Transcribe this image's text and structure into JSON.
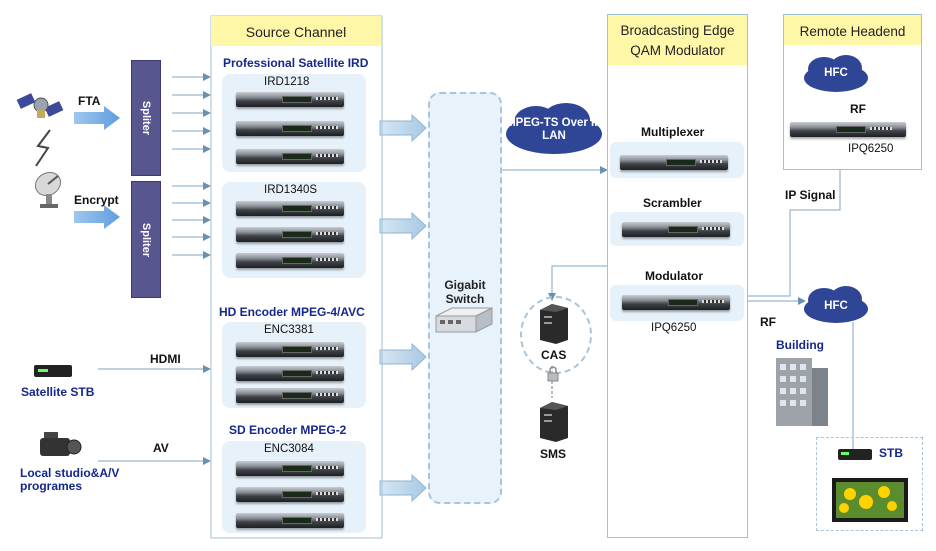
{
  "source_channel": {
    "title": "Source Channel",
    "groups": [
      {
        "heading": "Professional Satellite IRD",
        "model": "IRD1218"
      },
      {
        "heading": "",
        "model": "IRD1340S"
      },
      {
        "heading": "HD Encoder MPEG-4/AVC",
        "model": "ENC3381"
      },
      {
        "heading": "SD Encoder MPEG-2",
        "model": "ENC3084"
      }
    ]
  },
  "inputs": {
    "fta": "FTA",
    "encrypt": "Encrypt",
    "splitter_label": "Spliter",
    "hdmi": "HDMI",
    "satellite_stb": "Satellite STB",
    "av": "AV",
    "local_studio": "Local studio&A/V programes"
  },
  "switch": {
    "label": "Gigabit Switch"
  },
  "lan_cloud": {
    "label": "MPEG-TS Over IP LAN"
  },
  "cas": {
    "label": "CAS"
  },
  "sms": {
    "label": "SMS"
  },
  "broadcasting_edge": {
    "title": "Broadcasting Edge QAM Modulator",
    "multiplexer": "Multiplexer",
    "scrambler": "Scrambler",
    "modulator": "Modulator",
    "model": "IPQ6250"
  },
  "remote_headend": {
    "title": "Remote Headend",
    "hfc": "HFC",
    "rf": "RF",
    "model": "IPQ6250"
  },
  "ip_signal": "IP Signal",
  "rf_label": "RF",
  "hfc_main": "HFC",
  "building": "Building",
  "stb": "STB",
  "colors": {
    "accent_blue": "#16278a",
    "panel_yellow": "#fff7a8",
    "group_fill": "#e6f1fa",
    "splitter": "#58568f"
  }
}
